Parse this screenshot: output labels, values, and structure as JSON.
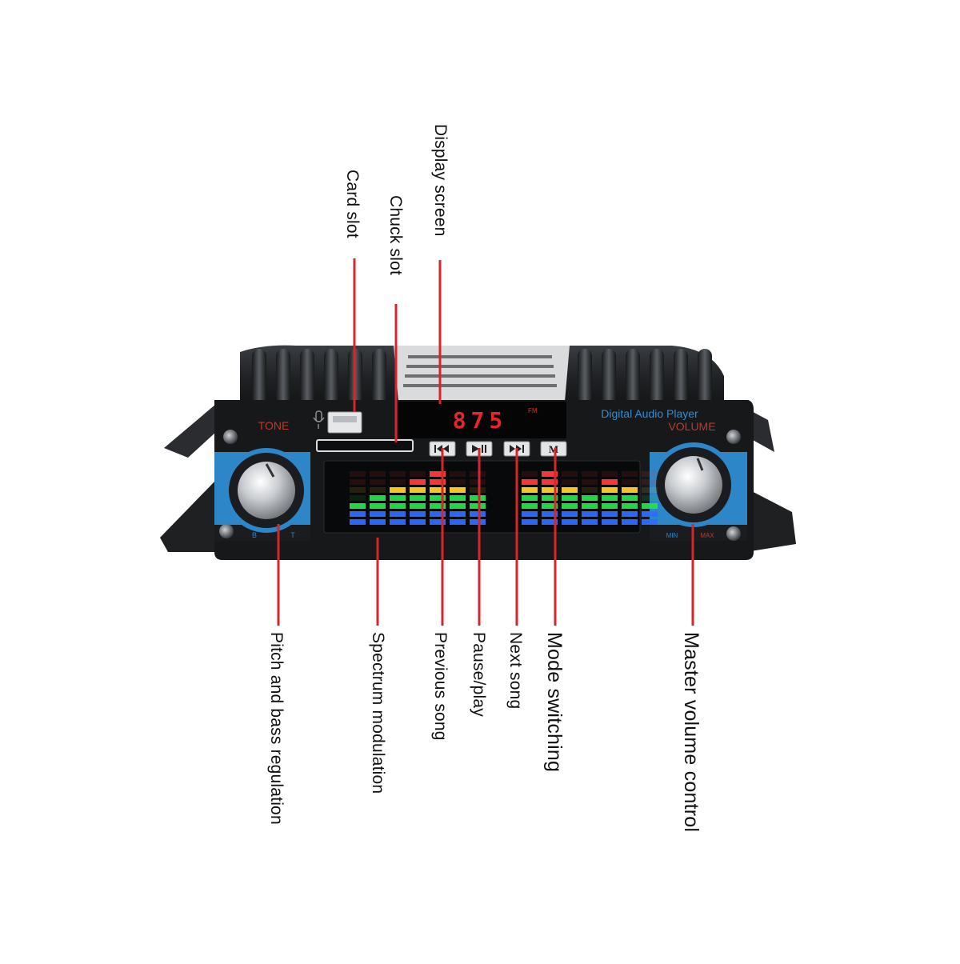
{
  "device": {
    "panel_title": "Digital Audio Player",
    "tone_label": "TONE",
    "volume_label": "VOLUME",
    "tone_min": "B",
    "tone_max": "T",
    "volume_min": "MIN",
    "volume_max": "MAX",
    "display_value": "875",
    "display_band": "FM",
    "buttons": [
      {
        "name": "previous-song-button",
        "icon": "previous-icon"
      },
      {
        "name": "pause-play-button",
        "icon": "play-pause-icon"
      },
      {
        "name": "next-song-button",
        "icon": "next-icon"
      },
      {
        "name": "mode-button",
        "icon": "mode-icon",
        "glyph": "M"
      }
    ],
    "spectrum_levels": [
      3,
      4,
      5,
      6,
      7,
      5,
      4,
      6,
      7,
      5,
      4,
      6,
      5,
      3
    ],
    "colors": {
      "body": "#1c1e20",
      "ring": "#2c86c8",
      "display": "#e8252b",
      "spectrum_high": "#ff3b3b",
      "spectrum_mid": "#ffd02a",
      "spectrum_low": "#27e04a",
      "spectrum_base": "#2f6bff",
      "callout": "#d6262b"
    }
  },
  "callouts": {
    "card_slot": "Card slot",
    "chuck_slot": "Chuck slot",
    "display_screen": "Display screen",
    "pitch_bass": "Pitch and bass regulation",
    "spectrum": "Spectrum modulation",
    "previous_song": "Previous song",
    "pause_play": "Pause/play",
    "next_song": "Next song",
    "mode_switching": "Mode switching",
    "master_volume": "Master volume control"
  }
}
